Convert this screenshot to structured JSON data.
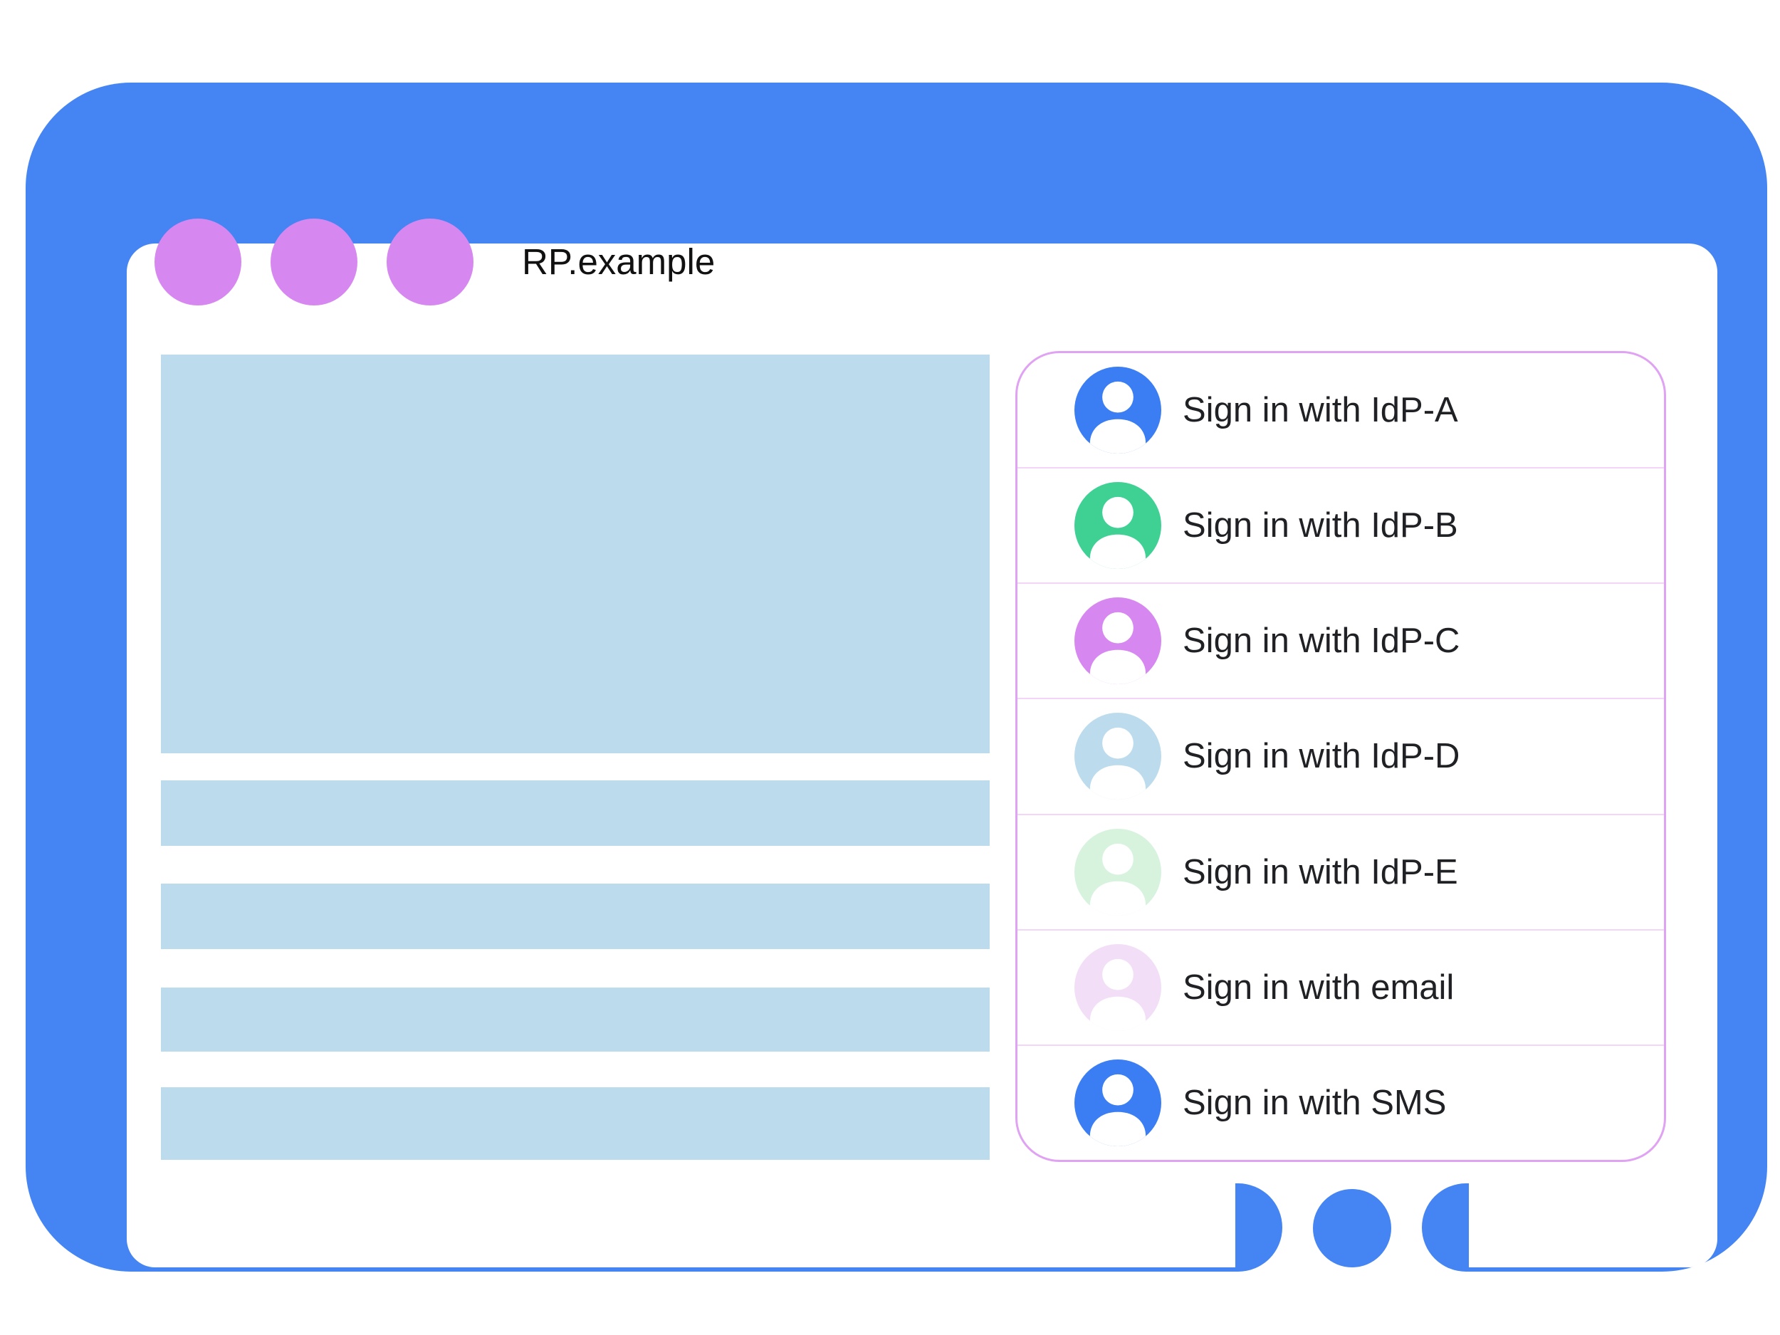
{
  "window": {
    "site_title": "RP.example",
    "control_dots": 3
  },
  "signin_dialog": {
    "items": [
      {
        "label": "Sign in with IdP-A",
        "avatar_color": "#3b7df2"
      },
      {
        "label": "Sign in with IdP-B",
        "avatar_color": "#3ed193"
      },
      {
        "label": "Sign in with IdP-C",
        "avatar_color": "#d787f0"
      },
      {
        "label": "Sign in with IdP-D",
        "avatar_color": "#bcdcee"
      },
      {
        "label": "Sign in with IdP-E",
        "avatar_color": "#d7f3de"
      },
      {
        "label": "Sign in with email",
        "avatar_color": "#f3def8"
      },
      {
        "label": "Sign in with SMS",
        "avatar_color": "#3b7df2"
      }
    ]
  },
  "colors": {
    "frame_blue": "#4484f3",
    "placeholder_blue": "#bcdcee",
    "window_dot_purple": "#d787f0",
    "dialog_border": "#e0a2f2",
    "separator": "#f2d5f7",
    "label_text": "#202124",
    "person_icon": "#ffffff"
  }
}
